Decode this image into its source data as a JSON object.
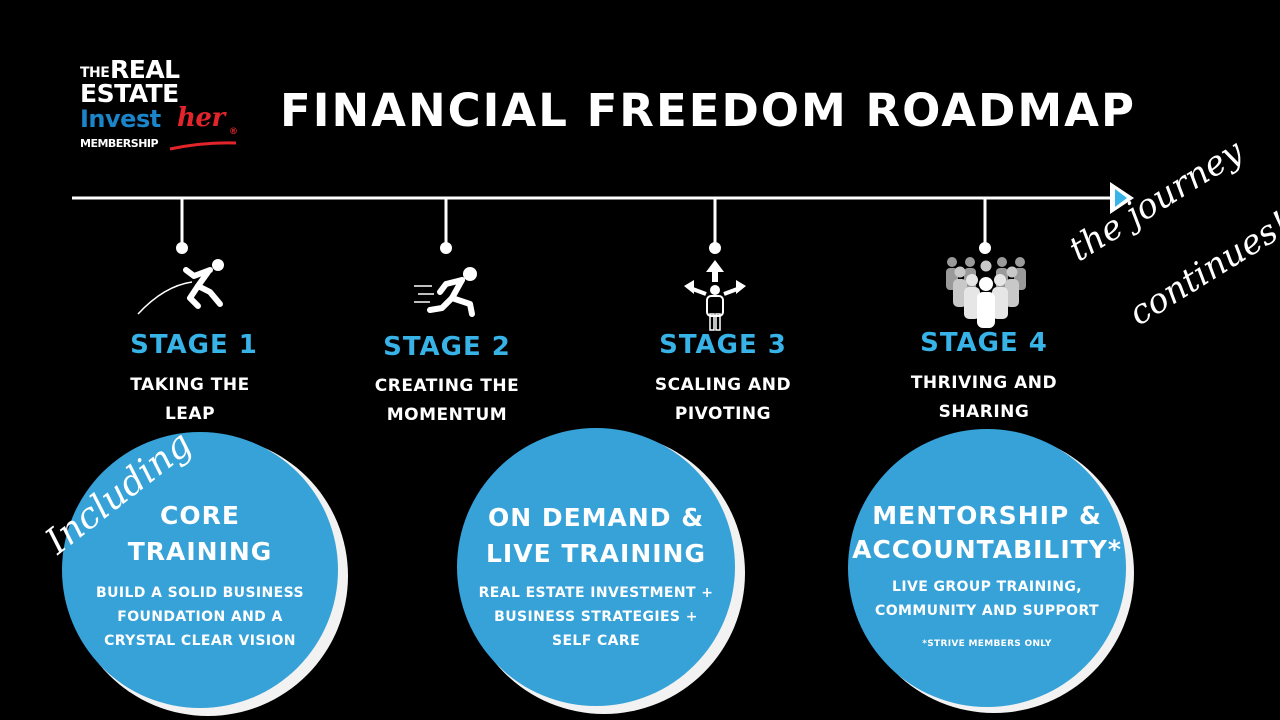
{
  "logo": {
    "line1_small": "THE",
    "line1_big": "REAL",
    "line2": "ESTATE",
    "line3_a": "Invest",
    "line3_b": "her",
    "registered": "®",
    "line4": "MEMBERSHIP"
  },
  "title": "FINANCIAL FREEDOM ROADMAP",
  "journey_line1": "the journey",
  "journey_line2": "continues!",
  "including": "Including",
  "stages": [
    {
      "title": "STAGE 1",
      "sub1": "TAKING THE",
      "sub2": "LEAP",
      "icon": "leaping-person-icon"
    },
    {
      "title": "STAGE 2",
      "sub1": "CREATING THE",
      "sub2": "MOMENTUM",
      "icon": "sprinting-person-icon"
    },
    {
      "title": "STAGE 3",
      "sub1": "SCALING AND",
      "sub2": "PIVOTING",
      "icon": "person-directions-icon"
    },
    {
      "title": "STAGE 4",
      "sub1": "THRIVING AND",
      "sub2": "SHARING",
      "icon": "crowd-icon"
    }
  ],
  "circles": [
    {
      "head1": "CORE",
      "head2": "TRAINING",
      "body1": "BUILD A SOLID BUSINESS",
      "body2": "FOUNDATION AND A",
      "body3": "CRYSTAL CLEAR VISION"
    },
    {
      "head1": "ON DEMAND &",
      "head2": "LIVE TRAINING",
      "body1": "REAL ESTATE INVESTMENT +",
      "body2": "BUSINESS STRATEGIES +",
      "body3": "SELF CARE"
    },
    {
      "head1": "MENTORSHIP &",
      "head2": "ACCOUNTABILITY*",
      "body1": "LIVE GROUP TRAINING,",
      "body2": "COMMUNITY AND SUPPORT",
      "note": "*STRIVE MEMBERS ONLY"
    }
  ],
  "colors": {
    "accent_blue": "#37b3e8",
    "circle_blue": "#36a2d8",
    "logo_blue": "#1a86c9",
    "logo_red": "#e3242b",
    "background": "#000000"
  }
}
